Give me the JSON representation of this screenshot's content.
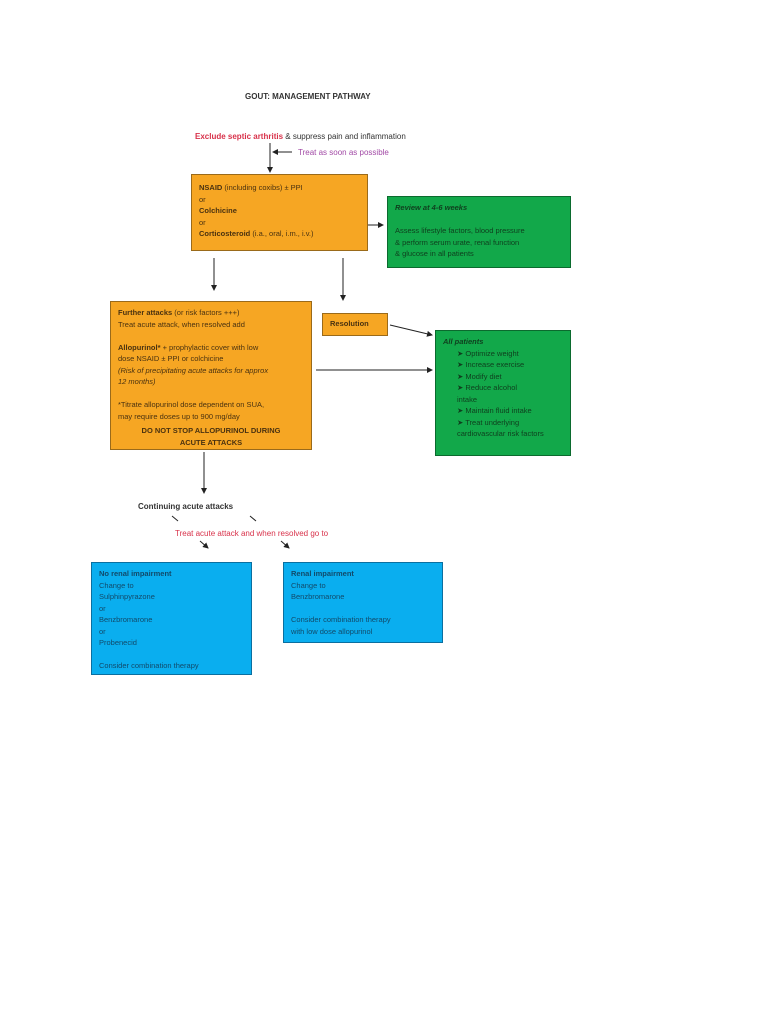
{
  "title": "GOUT: MANAGEMENT PATHWAY",
  "start": {
    "highlight": "Exclude septic arthritis",
    "rest": " & suppress pain and inflammation"
  },
  "treat_note": "Treat as soon as possible",
  "first_line": {
    "nsaid_bold": "NSAID",
    "nsaid_rest": " (including coxibs) ± PPI",
    "or1": "or",
    "colchicine": "Colchicine",
    "or2": "or",
    "cortico_bold": "Corticosteroid",
    "cortico_rest": " (i.a., oral, i.m., i.v.)"
  },
  "review": {
    "heading": "Review at 4-6 weeks",
    "lines": [
      "Assess lifestyle factors, blood pressure",
      "& perform serum urate, renal function",
      "& glucose in all patients"
    ]
  },
  "further": {
    "heading_bold": "Further attacks",
    "heading_rest": " (or risk factors +++)",
    "line2": "Treat acute attack, when resolved add",
    "allo_bold": "Allopurinol*",
    "allo_rest": " + prophylactic cover with low",
    "allo_line2": "dose NSAID ± PPI or colchicine",
    "risk1": "(Risk of precipitating acute attacks for approx",
    "risk2": "12 months)",
    "titrate1": "*Titrate allopurinol dose dependent on SUA,",
    "titrate2": "may require doses up to 900 mg/day",
    "warning1": "DO NOT STOP ALLOPURINOL DURING",
    "warning2": "ACUTE ATTACKS"
  },
  "resolution": "Resolution",
  "all_patients": {
    "heading": "All patients",
    "items": [
      "Optimize weight",
      "Increase exercise",
      "Modify diet",
      "Reduce alcohol intake",
      "Maintain fluid intake",
      "Treat underlying cardiovascular risk factors"
    ]
  },
  "continuing": "Continuing acute attacks",
  "continuing_note": "Treat acute attack and when resolved go to",
  "no_renal": {
    "heading": "No renal impairment",
    "lines": [
      "Change to",
      "Sulphinpyrazone",
      "or",
      "Benzbromarone",
      "or",
      "Probenecid",
      "",
      "Consider combination therapy"
    ]
  },
  "renal": {
    "heading": "Renal impairment",
    "lines": [
      "Change to",
      "Benzbromarone",
      "",
      "Consider combination therapy",
      "with low dose allopurinol"
    ]
  },
  "colors": {
    "orange": "#f6a623",
    "green": "#12a84a",
    "blue": "#0aaeef",
    "red": "#d8314a",
    "purple": "#a24aa6"
  }
}
